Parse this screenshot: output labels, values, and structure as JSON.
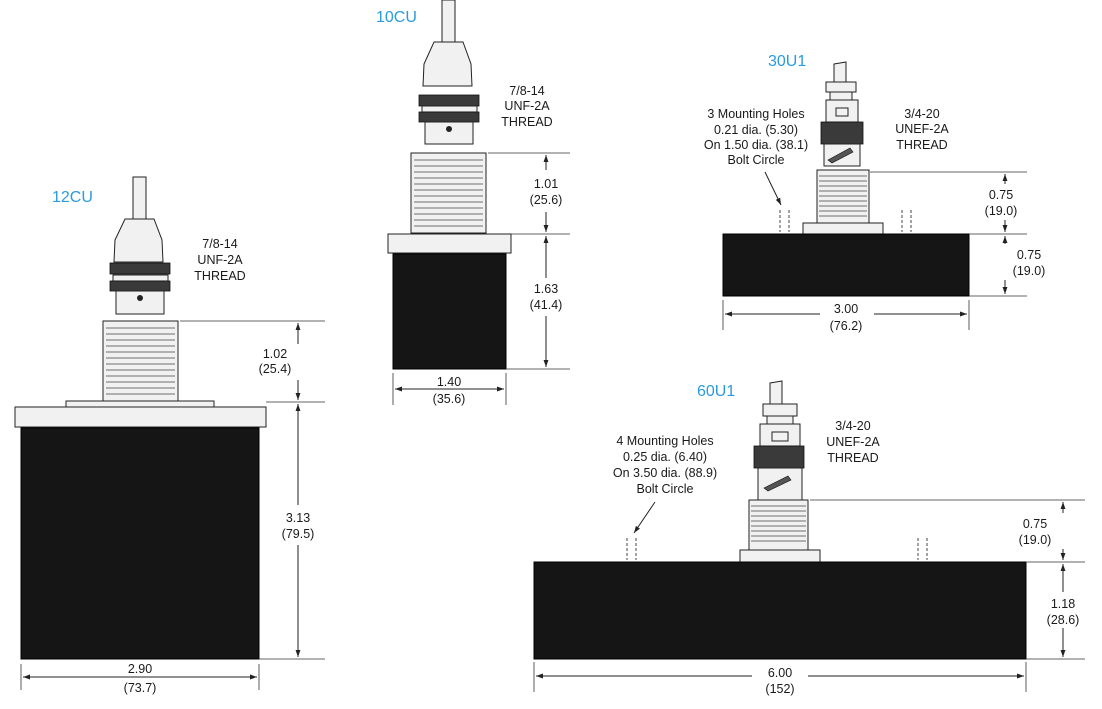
{
  "colors": {
    "model_label": "#2a9be0",
    "body": "#151515",
    "line": "#222222"
  },
  "units_15": {
    "model": "12CU",
    "thread": [
      "7/8-14",
      "UNF-2A",
      "THREAD"
    ],
    "thread_height": [
      "1.02",
      "(25.4)"
    ],
    "body_height": [
      "3.13",
      "(79.5)"
    ],
    "width": [
      "2.90",
      "(73.7)"
    ]
  },
  "units_10": {
    "model": "10CU",
    "thread": [
      "7/8-14",
      "UNF-2A",
      "THREAD"
    ],
    "thread_height": [
      "1.01",
      "(25.6)"
    ],
    "body_height": [
      "1.63",
      "(41.4)"
    ],
    "width": [
      "1.40",
      "(35.6)"
    ]
  },
  "units_30": {
    "model": "30U1",
    "mounting": [
      "3 Mounting Holes",
      "0.21 dia. (5.30)",
      "On 1.50 dia. (38.1)",
      "Bolt Circle"
    ],
    "thread": [
      "3/4-20",
      "UNEF-2A",
      "THREAD"
    ],
    "thread_height": [
      "0.75",
      "(19.0)"
    ],
    "body_height": [
      "0.75",
      "(19.0)"
    ],
    "width": [
      "3.00",
      "(76.2)"
    ]
  },
  "units_60": {
    "model": "60U1",
    "mounting": [
      "4 Mounting Holes",
      "0.25 dia. (6.40)",
      "On 3.50 dia. (88.9)",
      "Bolt Circle"
    ],
    "thread": [
      "3/4-20",
      "UNEF-2A",
      "THREAD"
    ],
    "thread_height": [
      "0.75",
      "(19.0)"
    ],
    "body_height": [
      "1.18",
      "(28.6)"
    ],
    "width": [
      "6.00",
      "(152)"
    ]
  }
}
